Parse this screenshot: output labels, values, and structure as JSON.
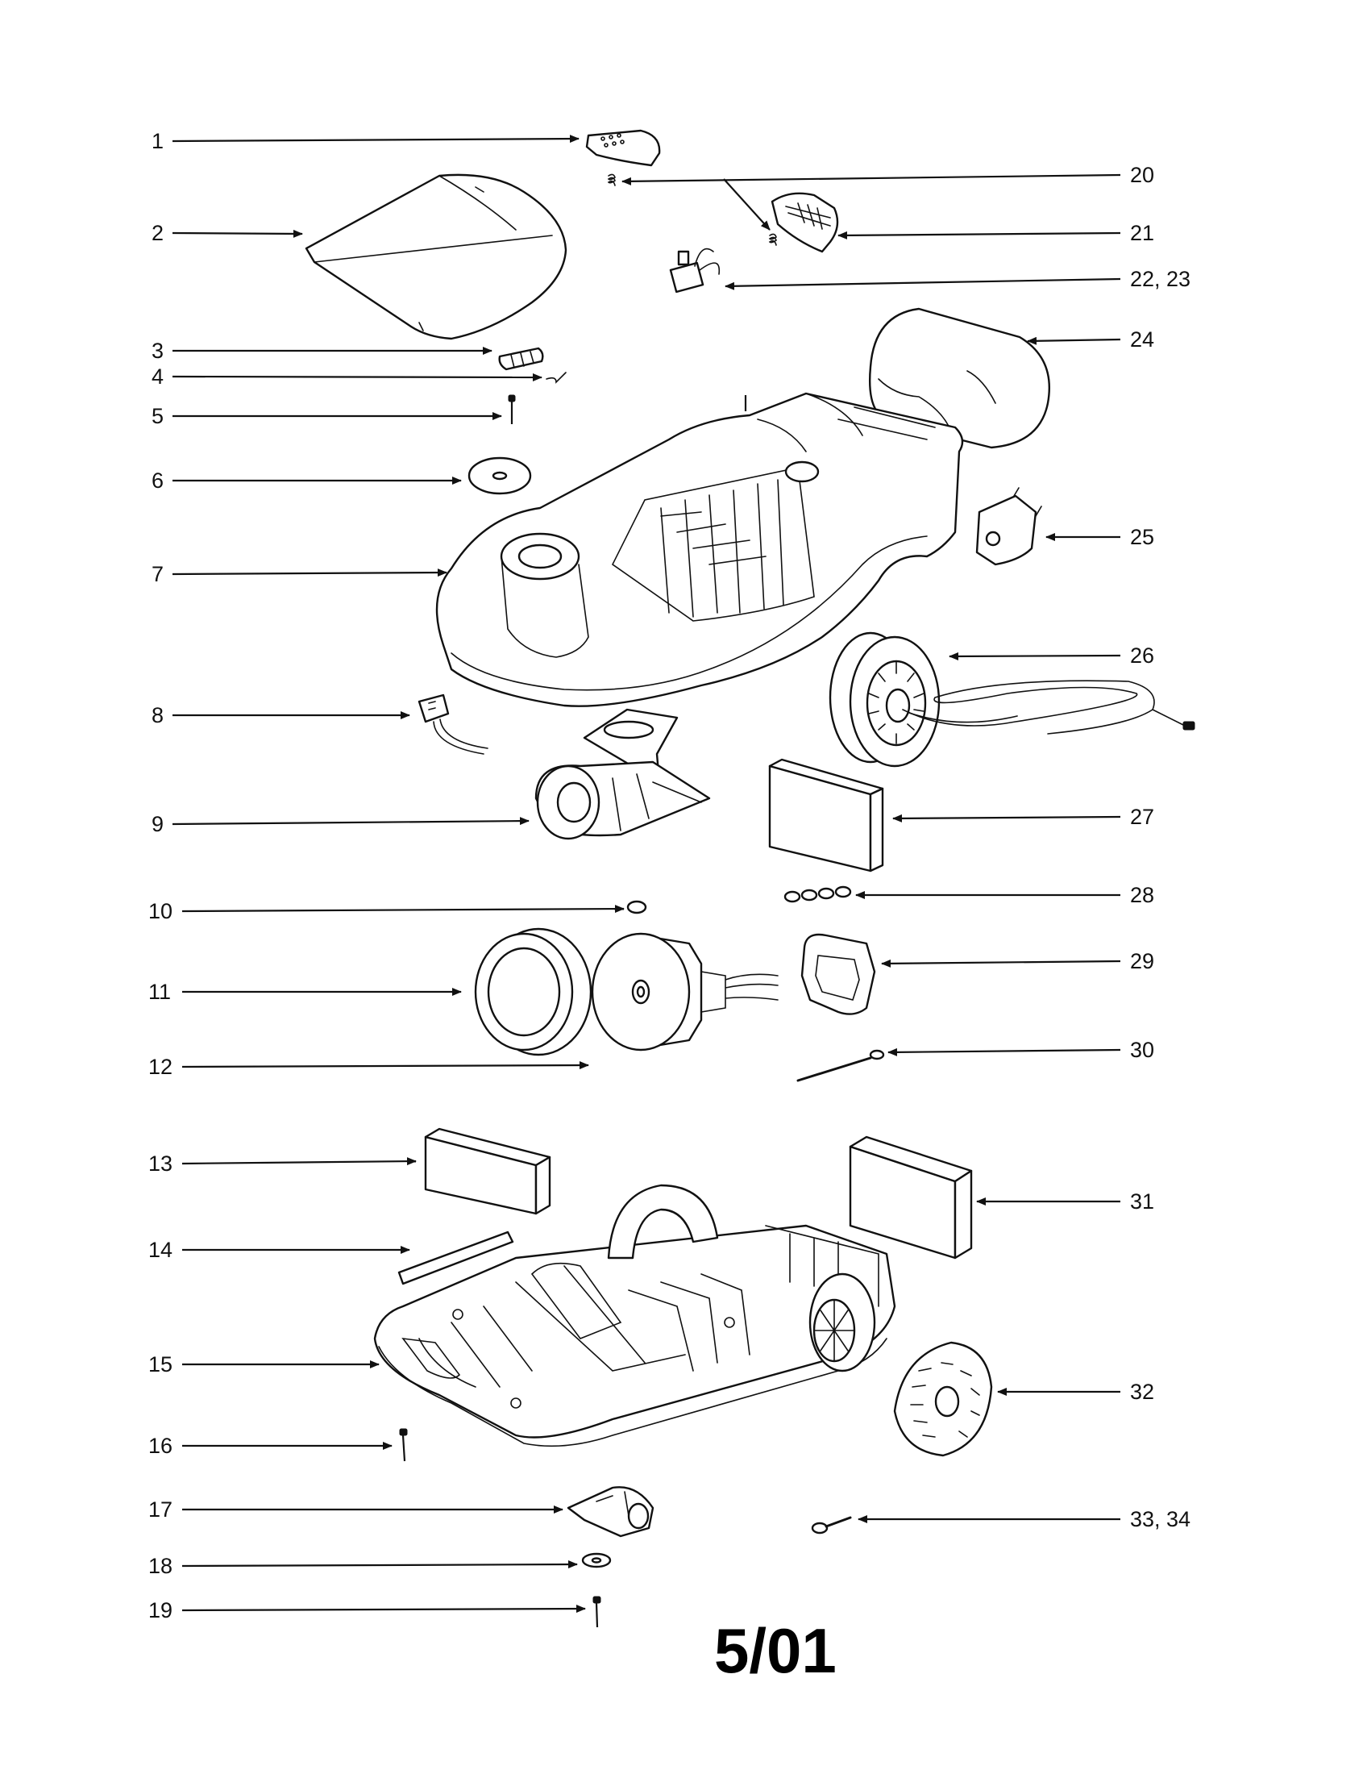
{
  "figure": {
    "date_code": "5/01"
  },
  "callouts": [
    {
      "id": "c1",
      "label": "1"
    },
    {
      "id": "c2",
      "label": "2"
    },
    {
      "id": "c3",
      "label": "3"
    },
    {
      "id": "c4",
      "label": "4"
    },
    {
      "id": "c5",
      "label": "5"
    },
    {
      "id": "c6",
      "label": "6"
    },
    {
      "id": "c7",
      "label": "7"
    },
    {
      "id": "c8",
      "label": "8"
    },
    {
      "id": "c9",
      "label": "9"
    },
    {
      "id": "c10",
      "label": "10"
    },
    {
      "id": "c11",
      "label": "11"
    },
    {
      "id": "c12",
      "label": "12"
    },
    {
      "id": "c13",
      "label": "13"
    },
    {
      "id": "c14",
      "label": "14"
    },
    {
      "id": "c15",
      "label": "15"
    },
    {
      "id": "c16",
      "label": "16"
    },
    {
      "id": "c17",
      "label": "17"
    },
    {
      "id": "c18",
      "label": "18"
    },
    {
      "id": "c19",
      "label": "19"
    },
    {
      "id": "c20",
      "label": "20"
    },
    {
      "id": "c21",
      "label": "21"
    },
    {
      "id": "c22",
      "label": "22, 23"
    },
    {
      "id": "c24",
      "label": "24"
    },
    {
      "id": "c25",
      "label": "25"
    },
    {
      "id": "c26",
      "label": "26"
    },
    {
      "id": "c27",
      "label": "27"
    },
    {
      "id": "c28",
      "label": "28"
    },
    {
      "id": "c29",
      "label": "29"
    },
    {
      "id": "c30",
      "label": "30"
    },
    {
      "id": "c31",
      "label": "31"
    },
    {
      "id": "c32",
      "label": "32"
    },
    {
      "id": "c33",
      "label": "33, 34"
    }
  ]
}
